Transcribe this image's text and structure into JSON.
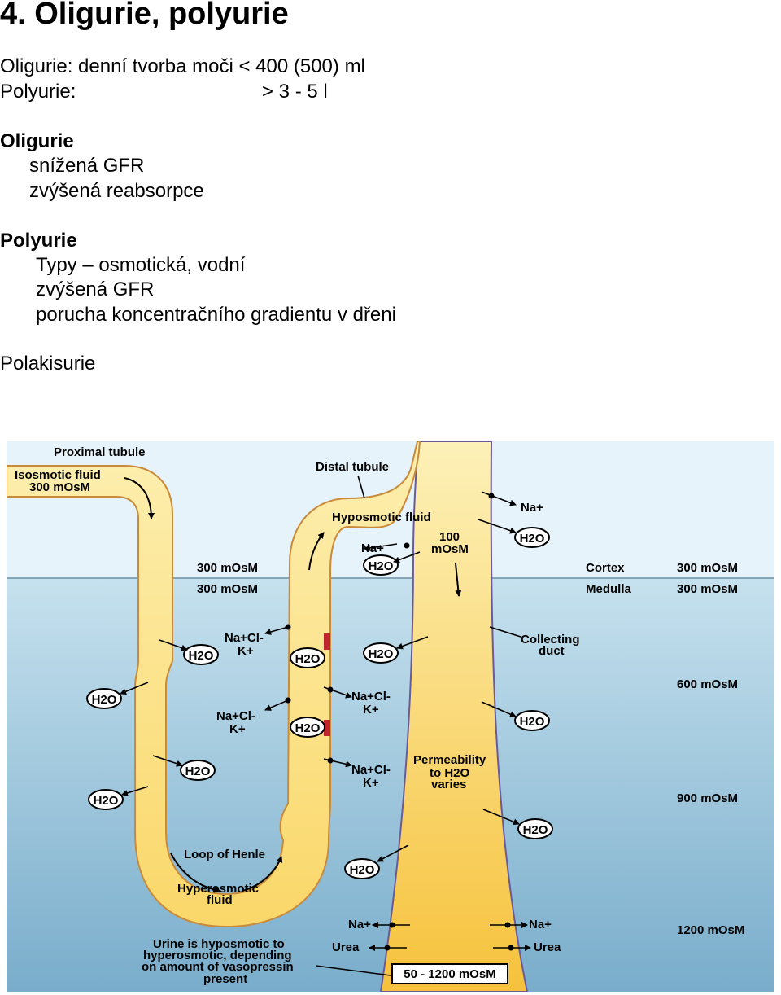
{
  "title": "4. Oligurie, polyurie",
  "definitions": {
    "oligurie_line": "Oligurie: denní tvorba moči < 400 (500) ml",
    "polyurie_label": "Polyurie:",
    "polyurie_value": "> 3 - 5 l"
  },
  "oligurie": {
    "heading": "Oligurie",
    "items": [
      "snížená GFR",
      "zvýšená reabsorpce"
    ]
  },
  "polyurie": {
    "heading": "Polyurie",
    "items": [
      "Typy – osmotická, vodní",
      "zvýšená GFR",
      "porucha koncentračního gradientu v dřeni"
    ]
  },
  "polakisurie": "Polakisurie",
  "diagram": {
    "labels": {
      "proximal_tubule": "Proximal tubule",
      "isosmotic_fluid": "Isosmotic fluid",
      "isosmotic_value": "300 mOsM",
      "distal_tubule": "Distal tubule",
      "hyposmotic_fluid": "Hyposmotic fluid",
      "mosm_100_a": "100",
      "mosm_100_b": "mOsM",
      "cortex": "Cortex",
      "medulla": "Medulla",
      "collecting_duct_a": "Collecting",
      "collecting_duct_b": "duct",
      "permeability_a": "Permeability",
      "permeability_b": "to H2O",
      "permeability_c": "varies",
      "loop_of_henle": "Loop of Henle",
      "hyperosmotic_a": "Hyperosmotic",
      "hyperosmotic_b": "fluid",
      "urine_a": "Urine is hyposmotic to",
      "urine_b": "hyperosmotic, depending",
      "urine_c": "on amount of vasopressin",
      "urine_d": "present",
      "urine_range": "50 - 1200 mOsM",
      "cortex_left_300": "300 mOsM",
      "medulla_left_300": "300 mOsM",
      "cortex_right_300": "300 mOsM",
      "medulla_right_300": "300 mOsM",
      "osm_600": "600 mOsM",
      "osm_900": "900 mOsM",
      "osm_1200": "1200 mOsM"
    },
    "h2o": "H2O",
    "na": "Na+",
    "nacl": "Na+Cl-",
    "k": "K+",
    "urea": "Urea",
    "colors": {
      "cortex_bg": "#e6f3fa",
      "medulla_top": "#bfdcea",
      "medulla_bottom": "#7bafcc",
      "tubule_fill": "#fde79a",
      "tubule_deep": "#f7c445",
      "tubule_stroke": "#c98a3a",
      "duct_stroke": "#6a5a9a",
      "block_red": "#c0262c"
    }
  }
}
